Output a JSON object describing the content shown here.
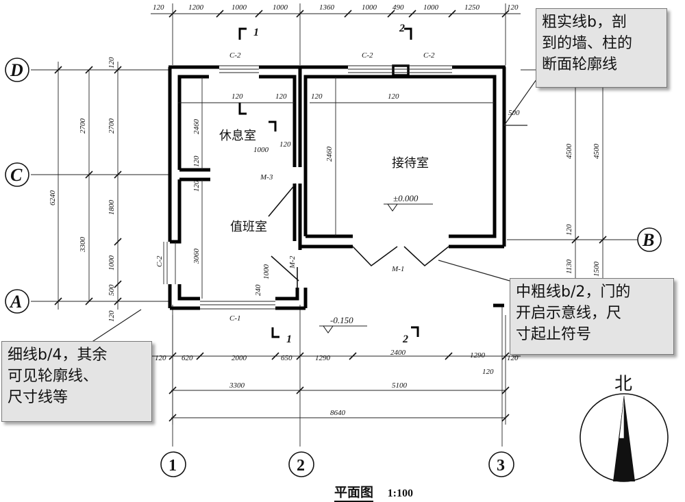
{
  "title": {
    "name": "平面图",
    "scale": "1:100"
  },
  "north": {
    "label": "北"
  },
  "axes": {
    "rows": [
      "D",
      "C",
      "B",
      "A"
    ],
    "cols": [
      "1",
      "2",
      "3"
    ]
  },
  "rooms": {
    "lounge": "休息室",
    "reception": "接待室",
    "duty": "值班室"
  },
  "levels": {
    "floor": "±0.000",
    "outside": "-0.150"
  },
  "openings": {
    "c2": "C-2",
    "c1": "C-1",
    "m1": "M-1",
    "m2": "M-2",
    "m3": "M-3"
  },
  "sections": {
    "one": "1",
    "two": "2"
  },
  "dims": {
    "top": [
      "120",
      "1200",
      "1000",
      "1000",
      "1360",
      "1000",
      "490",
      "1000",
      "1250",
      "120"
    ],
    "bottom_detail": [
      "120",
      "620",
      "2000",
      "650",
      "1290",
      "2400",
      "1290",
      "120"
    ],
    "bottom_extra": "120",
    "bottom_axes": [
      "3300",
      "5100"
    ],
    "bottom_total": "8640",
    "left_outer": [
      "120",
      "6240",
      "120"
    ],
    "left_mid": [
      "2700",
      "3300"
    ],
    "left_inner": [
      "2700",
      "1800",
      "1000",
      "500"
    ],
    "right_outer": "4500",
    "right_inner": [
      "4500",
      "120",
      "1130",
      "1500"
    ],
    "right_misc": "500",
    "interior": {
      "lounge_w_left": "120",
      "lounge_w_right": "120",
      "reception_w_left": "120",
      "reception_w_mid": "120",
      "lounge_h": "2460",
      "reception_h": "2460",
      "m3_w": "1000",
      "m3_wall": "120",
      "wall_c": "120",
      "wall_b": "120",
      "duty_h": "3060",
      "m2_w": "1000",
      "m2_off": "240"
    }
  },
  "callouts": {
    "thick": [
      "粗实线b，剖",
      "到的墙、柱的",
      "断面轮廓线"
    ],
    "medium": [
      "中粗线b/2，门的",
      "开启示意线，尺",
      "寸起止符号"
    ],
    "thin": [
      "细线b/4，其余",
      "可见轮廓线、",
      "尺寸线等"
    ]
  },
  "colors": {
    "callout_bg": "#e4e4e4",
    "line": "#000000"
  }
}
